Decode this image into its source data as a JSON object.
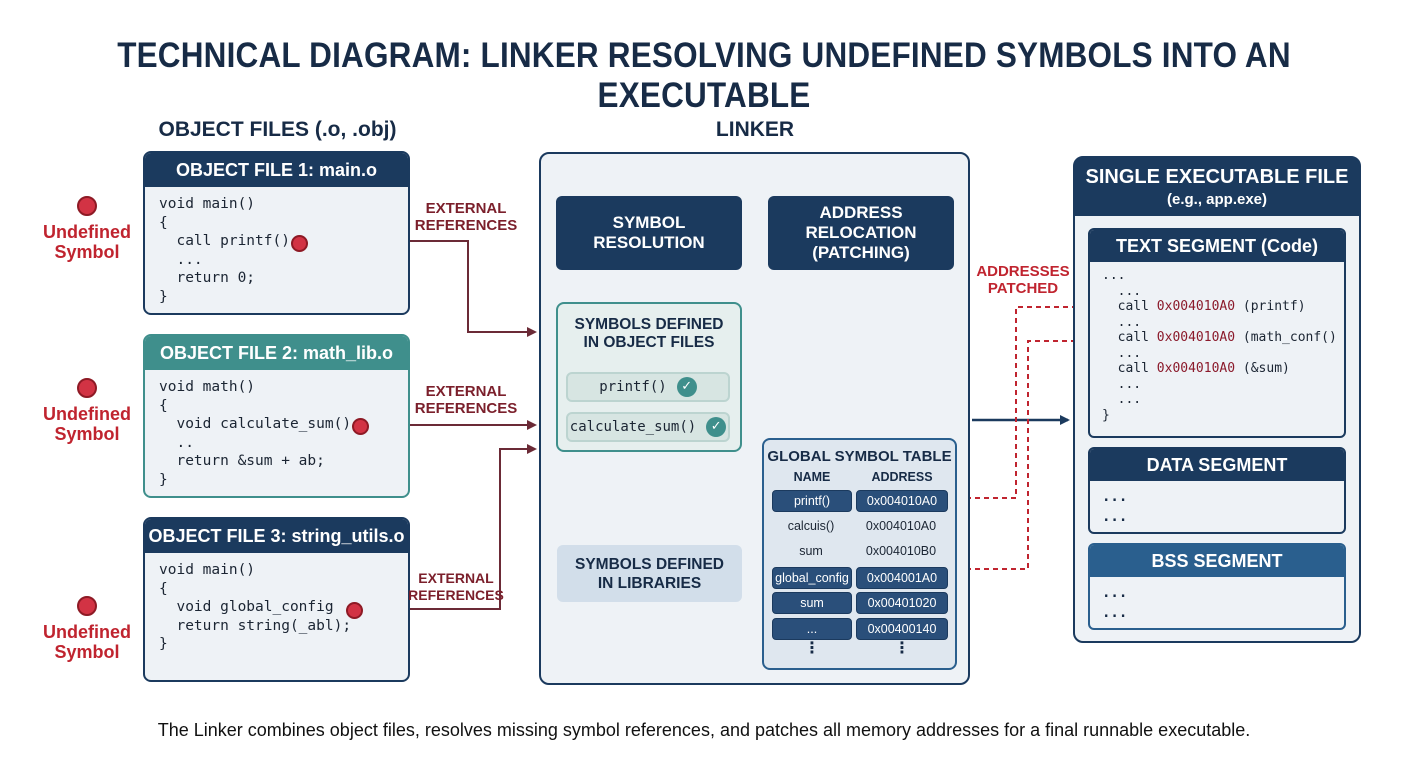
{
  "title": "TECHNICAL DIAGRAM: LINKER RESOLVING UNDEFINED SYMBOLS INTO AN EXECUTABLE",
  "sections": {
    "object_files": "OBJECT FILES (.o, .obj)",
    "linker": "LINKER"
  },
  "undefined_label": [
    "Undefined",
    "Symbol"
  ],
  "external_references": [
    "EXTERNAL",
    "REFERENCES"
  ],
  "addresses_patched": [
    "ADDRESSES",
    "PATCHED"
  ],
  "object_files": [
    {
      "header": "OBJECT FILE 1: main.o",
      "lines": [
        "void main()",
        "{",
        "  call printf()",
        "  ...",
        "  return 0;",
        "}"
      ]
    },
    {
      "header": "OBJECT FILE 2: math_lib.o",
      "lines": [
        "void math()",
        "{",
        "  void calculate_sum()",
        "  ..",
        "  return &sum + ab;",
        "}"
      ]
    },
    {
      "header": "OBJECT FILE 3: string_utils.o",
      "lines": [
        "void main()",
        "{",
        "  void global_config",
        "",
        "  return string(_abl);",
        "}"
      ]
    }
  ],
  "linker": {
    "symbol_resolution": [
      "SYMBOL",
      "RESOLUTION"
    ],
    "address_relocation": [
      "ADDRESS",
      "RELOCATION",
      "(PATCHING)"
    ],
    "symbols_in_objects": {
      "title": [
        "SYMBOLS DEFINED",
        "IN OBJECT FILES"
      ],
      "items": [
        "printf()",
        "calculate_sum()"
      ]
    },
    "symbols_in_libraries": [
      "SYMBOLS DEFINED",
      "IN LIBRARIES"
    ],
    "global_symbol_table": {
      "title": "GLOBAL SYMBOL TABLE",
      "col_name": "NAME",
      "col_address": "ADDRESS",
      "rows": [
        {
          "name": "printf()",
          "address": "0x004010A0",
          "hl": true
        },
        {
          "name": "calcuis()",
          "address": "0x004010A0",
          "hl": false
        },
        {
          "name": "sum",
          "address": "0x004010B0",
          "hl": false
        },
        {
          "name": "global_config",
          "address": "0x004001A0",
          "hl": true
        },
        {
          "name": "sum",
          "address": "0x00401020",
          "hl": true
        },
        {
          "name": "...",
          "address": "0x00400140",
          "hl": true
        }
      ],
      "more": "⋮"
    }
  },
  "executable": {
    "title": "SINGLE EXECUTABLE FILE",
    "subtitle": "(e.g., app.exe)",
    "text_segment": {
      "header": "TEXT SEGMENT (Code)",
      "lines": [
        {
          "pre": "...",
          "addr": "",
          "post": ""
        },
        {
          "pre": "  ...",
          "addr": "",
          "post": ""
        },
        {
          "pre": "  call ",
          "addr": "0x004010A0",
          "post": " (printf)"
        },
        {
          "pre": "  ...",
          "addr": "",
          "post": ""
        },
        {
          "pre": "  call ",
          "addr": "0x004010A0",
          "post": " (math_conf()"
        },
        {
          "pre": "  ...",
          "addr": "",
          "post": ""
        },
        {
          "pre": "  call ",
          "addr": "0x004010A0",
          "post": " (&sum)"
        },
        {
          "pre": "  ...",
          "addr": "",
          "post": ""
        },
        {
          "pre": "  ...",
          "addr": "",
          "post": ""
        },
        {
          "pre": "}",
          "addr": "",
          "post": ""
        }
      ]
    },
    "data_segment": {
      "header": "DATA SEGMENT",
      "lines": [
        "...",
        "..."
      ]
    },
    "bss_segment": {
      "header": "BSS SEGMENT",
      "lines": [
        "...",
        "..."
      ]
    }
  },
  "caption": "The Linker combines object files, resolves missing symbol references, and patches all memory addresses for a final runnable executable.",
  "colors": {
    "navy": "#1b3a5e",
    "teal": "#3f8f8c",
    "undefined_red": "#c0242f",
    "arrow_maroon": "#6b2a36"
  }
}
